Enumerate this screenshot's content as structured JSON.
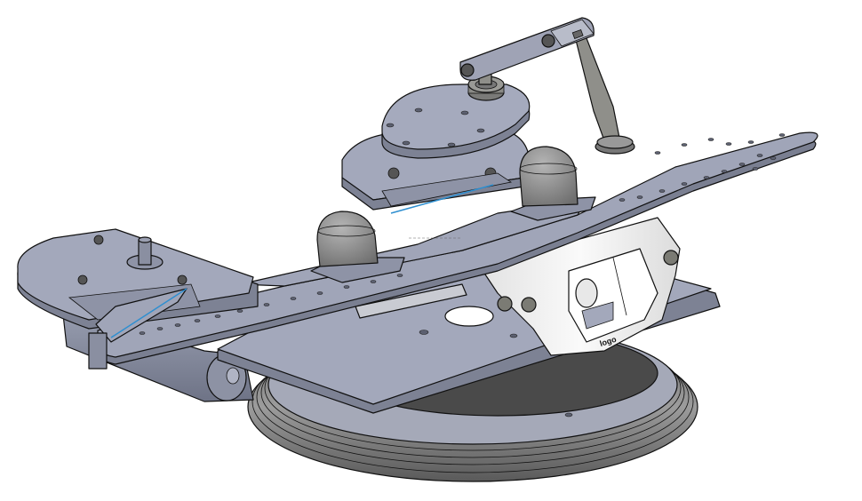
{
  "scene": {
    "type": "cad-assembly-render",
    "background": "#ffffff",
    "parts": {
      "base_disk": {
        "label": "wheel disk (stacked rings)",
        "color": "#8a8a8a",
        "top_color": "#a5a9b8"
      },
      "lower_plate": {
        "label": "lower chassis plate",
        "color": "#a3a8bb",
        "edge_color": "#7d8294"
      },
      "upper_plate": {
        "label": "upper winged plate",
        "color": "#a0a5b8",
        "edge_color": "#7a7f91"
      },
      "left_motor_mount": {
        "label": "left motor mount plate",
        "color": "#a3a8bb"
      },
      "rear_motor_mount": {
        "label": "rear motor mount plate",
        "color": "#a3a8bb"
      },
      "bearing_plate": {
        "label": "oval bearing plate",
        "color": "#a5aabd"
      },
      "ball_caster_left": {
        "label": "ball caster",
        "color": "#8e8e8e"
      },
      "ball_caster_right": {
        "label": "ball caster",
        "color": "#8e8e8e"
      },
      "linkage_arm": {
        "label": "linkage arm",
        "color": "#9fa3b5"
      },
      "linkage_rod": {
        "label": "vertical rod",
        "color": "#8f8f8a"
      },
      "front_bracket": {
        "label": "white front bracket",
        "color": "#f2f2f2"
      },
      "motor": {
        "label": "drive motor",
        "color": "#8d92a4"
      },
      "accent_wire": {
        "color": "#2f8fd0"
      }
    },
    "logo_text": "logo"
  }
}
